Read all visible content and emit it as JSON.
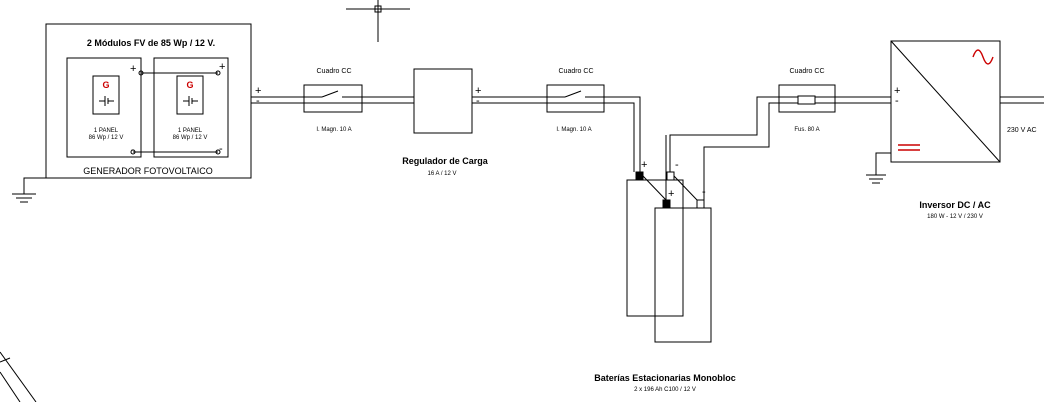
{
  "generator": {
    "title": "2 Módulos FV de 85 Wp / 12 V.",
    "caption": "GENERADOR FOTOVOLTAICO",
    "panels": [
      {
        "symbol": "G",
        "label": "1 PANEL",
        "spec": "86 Wp / 12 V"
      },
      {
        "symbol": "G",
        "label": "1 PANEL",
        "spec": "86 Wp / 12 V"
      }
    ]
  },
  "cuadro1": {
    "title": "Cuadro CC",
    "spec": "I. Magn. 10 A"
  },
  "regulator": {
    "title": "Regulador de Carga",
    "spec": "16 A / 12 V"
  },
  "cuadro2": {
    "title": "Cuadro CC",
    "spec": "I. Magn. 10 A"
  },
  "cuadro3": {
    "title": "Cuadro CC",
    "spec": "Fus. 80 A"
  },
  "inverter": {
    "title": "Inversor DC / AC",
    "spec": "180 W - 12 V / 230 V",
    "output": "230 V AC"
  },
  "batteries": {
    "title": "Baterías Estacionarias Monobloc",
    "spec": "2 x 196 Ah C100 / 12 V"
  },
  "signs": {
    "plus": "+",
    "minus": "-"
  },
  "colors": {
    "line": "#000000",
    "symbol": "#cc0000"
  }
}
